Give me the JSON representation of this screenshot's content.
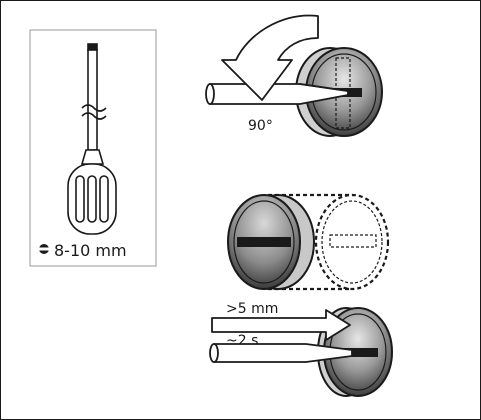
{
  "tool_panel": {
    "blade_width_label": "8-10 mm"
  },
  "steps": {
    "rotate_angle_label": "90°",
    "insert_depth_label": ">5 mm",
    "hold_time_label": "~2 s"
  },
  "colors": {
    "line": "#1a1a1a",
    "knob_dark": "#4a4a4a",
    "knob_mid": "#8a8a8a",
    "knob_light": "#d9d9d9"
  }
}
